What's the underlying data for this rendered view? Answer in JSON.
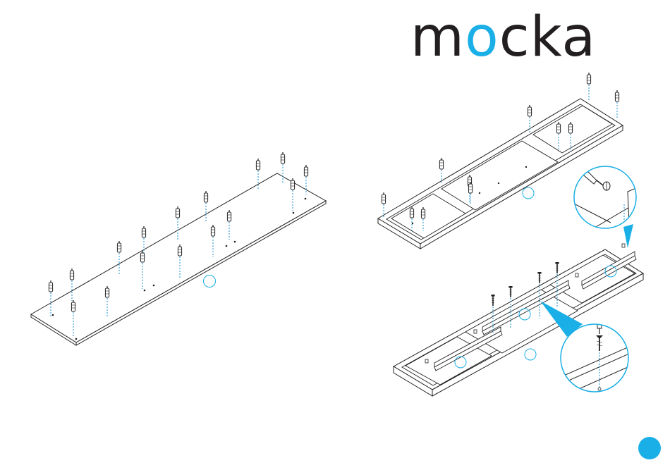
{
  "brand": {
    "name_part1": "m",
    "name_accent": "o",
    "name_part2": "cka",
    "text_color": "#231f20",
    "accent_color": "#1aafe6"
  },
  "diagram": {
    "line_color": "#222222",
    "dash_color": "#1a8fd0",
    "callout_color": "#1aafe6",
    "page_marker_color": "#1aafe6",
    "icons": [
      "dowel-icon",
      "cam-lock-icon",
      "screw-icon",
      "screwdriver-icon"
    ]
  }
}
